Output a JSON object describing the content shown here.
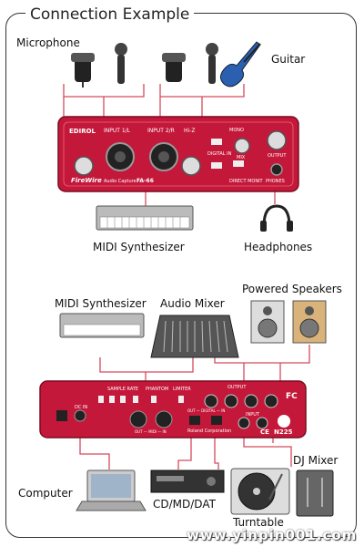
{
  "title": "Connection Example",
  "labels": {
    "microphone": "Microphone",
    "guitar": "Guitar",
    "midi_synth_top": "MIDI Synthesizer",
    "headphones": "Headphones",
    "midi_synth_bottom": "MIDI Synthesizer",
    "audio_mixer": "Audio Mixer",
    "powered_speakers": "Powered Speakers",
    "computer": "Computer",
    "cd_md_dat": "CD/MD/DAT",
    "dj_mixer": "DJ Mixer",
    "turntable": "Turntable"
  },
  "front_panel": {
    "brand": "EDIROL",
    "input_1l": "INPUT 1/L",
    "input_2r": "INPUT 2/R",
    "hi_z": "Hi-Z",
    "output": "OUTPUT",
    "mix": "MIX",
    "mono": "MONO",
    "direct_monitor": "DIRECT MONIT",
    "phones": "PHONES",
    "digital_in": "DIGITAL IN",
    "firewire": "FireWire",
    "audio_capture": "Audio Capture",
    "model": "FA-66"
  },
  "rear_panel": {
    "output": "OUTPUT",
    "phantom": "PHANTOM",
    "limiter": "LIMITER",
    "sample_rate": "SAMPLE RATE",
    "dc_in": "DC IN",
    "midi": "OUT — MIDI — IN",
    "digital": "OUT — DIGITAL — IN",
    "input": "INPUT",
    "maker": "Roland Corporation",
    "cert": "N225",
    "fc": "FC",
    "ce": "CE"
  },
  "watermark": "www.yinpin001.com",
  "colors": {
    "panel_red": "#c4183a",
    "panel_dark_red": "#8e0f28",
    "line_red": "#d44a5e",
    "frame": "#333333"
  }
}
